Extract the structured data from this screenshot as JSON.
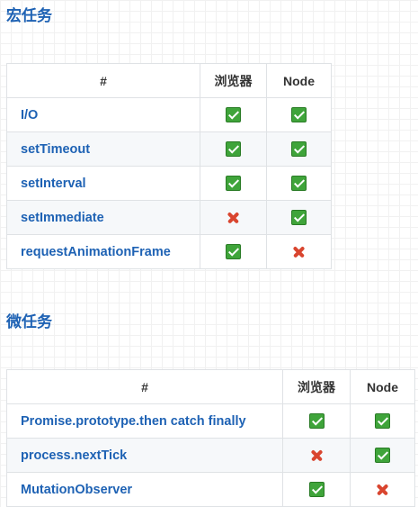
{
  "macro": {
    "title": "宏任务",
    "headers": [
      "#",
      "浏览器",
      "Node"
    ],
    "rows": [
      {
        "name": "I/O",
        "browser": true,
        "node": true
      },
      {
        "name": "setTimeout",
        "browser": true,
        "node": true
      },
      {
        "name": "setInterval",
        "browser": true,
        "node": true
      },
      {
        "name": "setImmediate",
        "browser": false,
        "node": true
      },
      {
        "name": "requestAnimationFrame",
        "browser": true,
        "node": false
      }
    ]
  },
  "micro": {
    "title": "微任务",
    "headers": [
      "#",
      "浏览器",
      "Node"
    ],
    "rows": [
      {
        "name": "Promise.prototype.then catch finally",
        "browser": true,
        "node": true
      },
      {
        "name": "process.nextTick",
        "browser": false,
        "node": true
      },
      {
        "name": "MutationObserver",
        "browser": true,
        "node": false
      }
    ]
  },
  "icons": {
    "yes": "green-check-icon",
    "no": "red-cross-icon"
  },
  "colors": {
    "heading": "#1e62b4",
    "check": "#3fa43a",
    "cross": "#d9452f"
  }
}
